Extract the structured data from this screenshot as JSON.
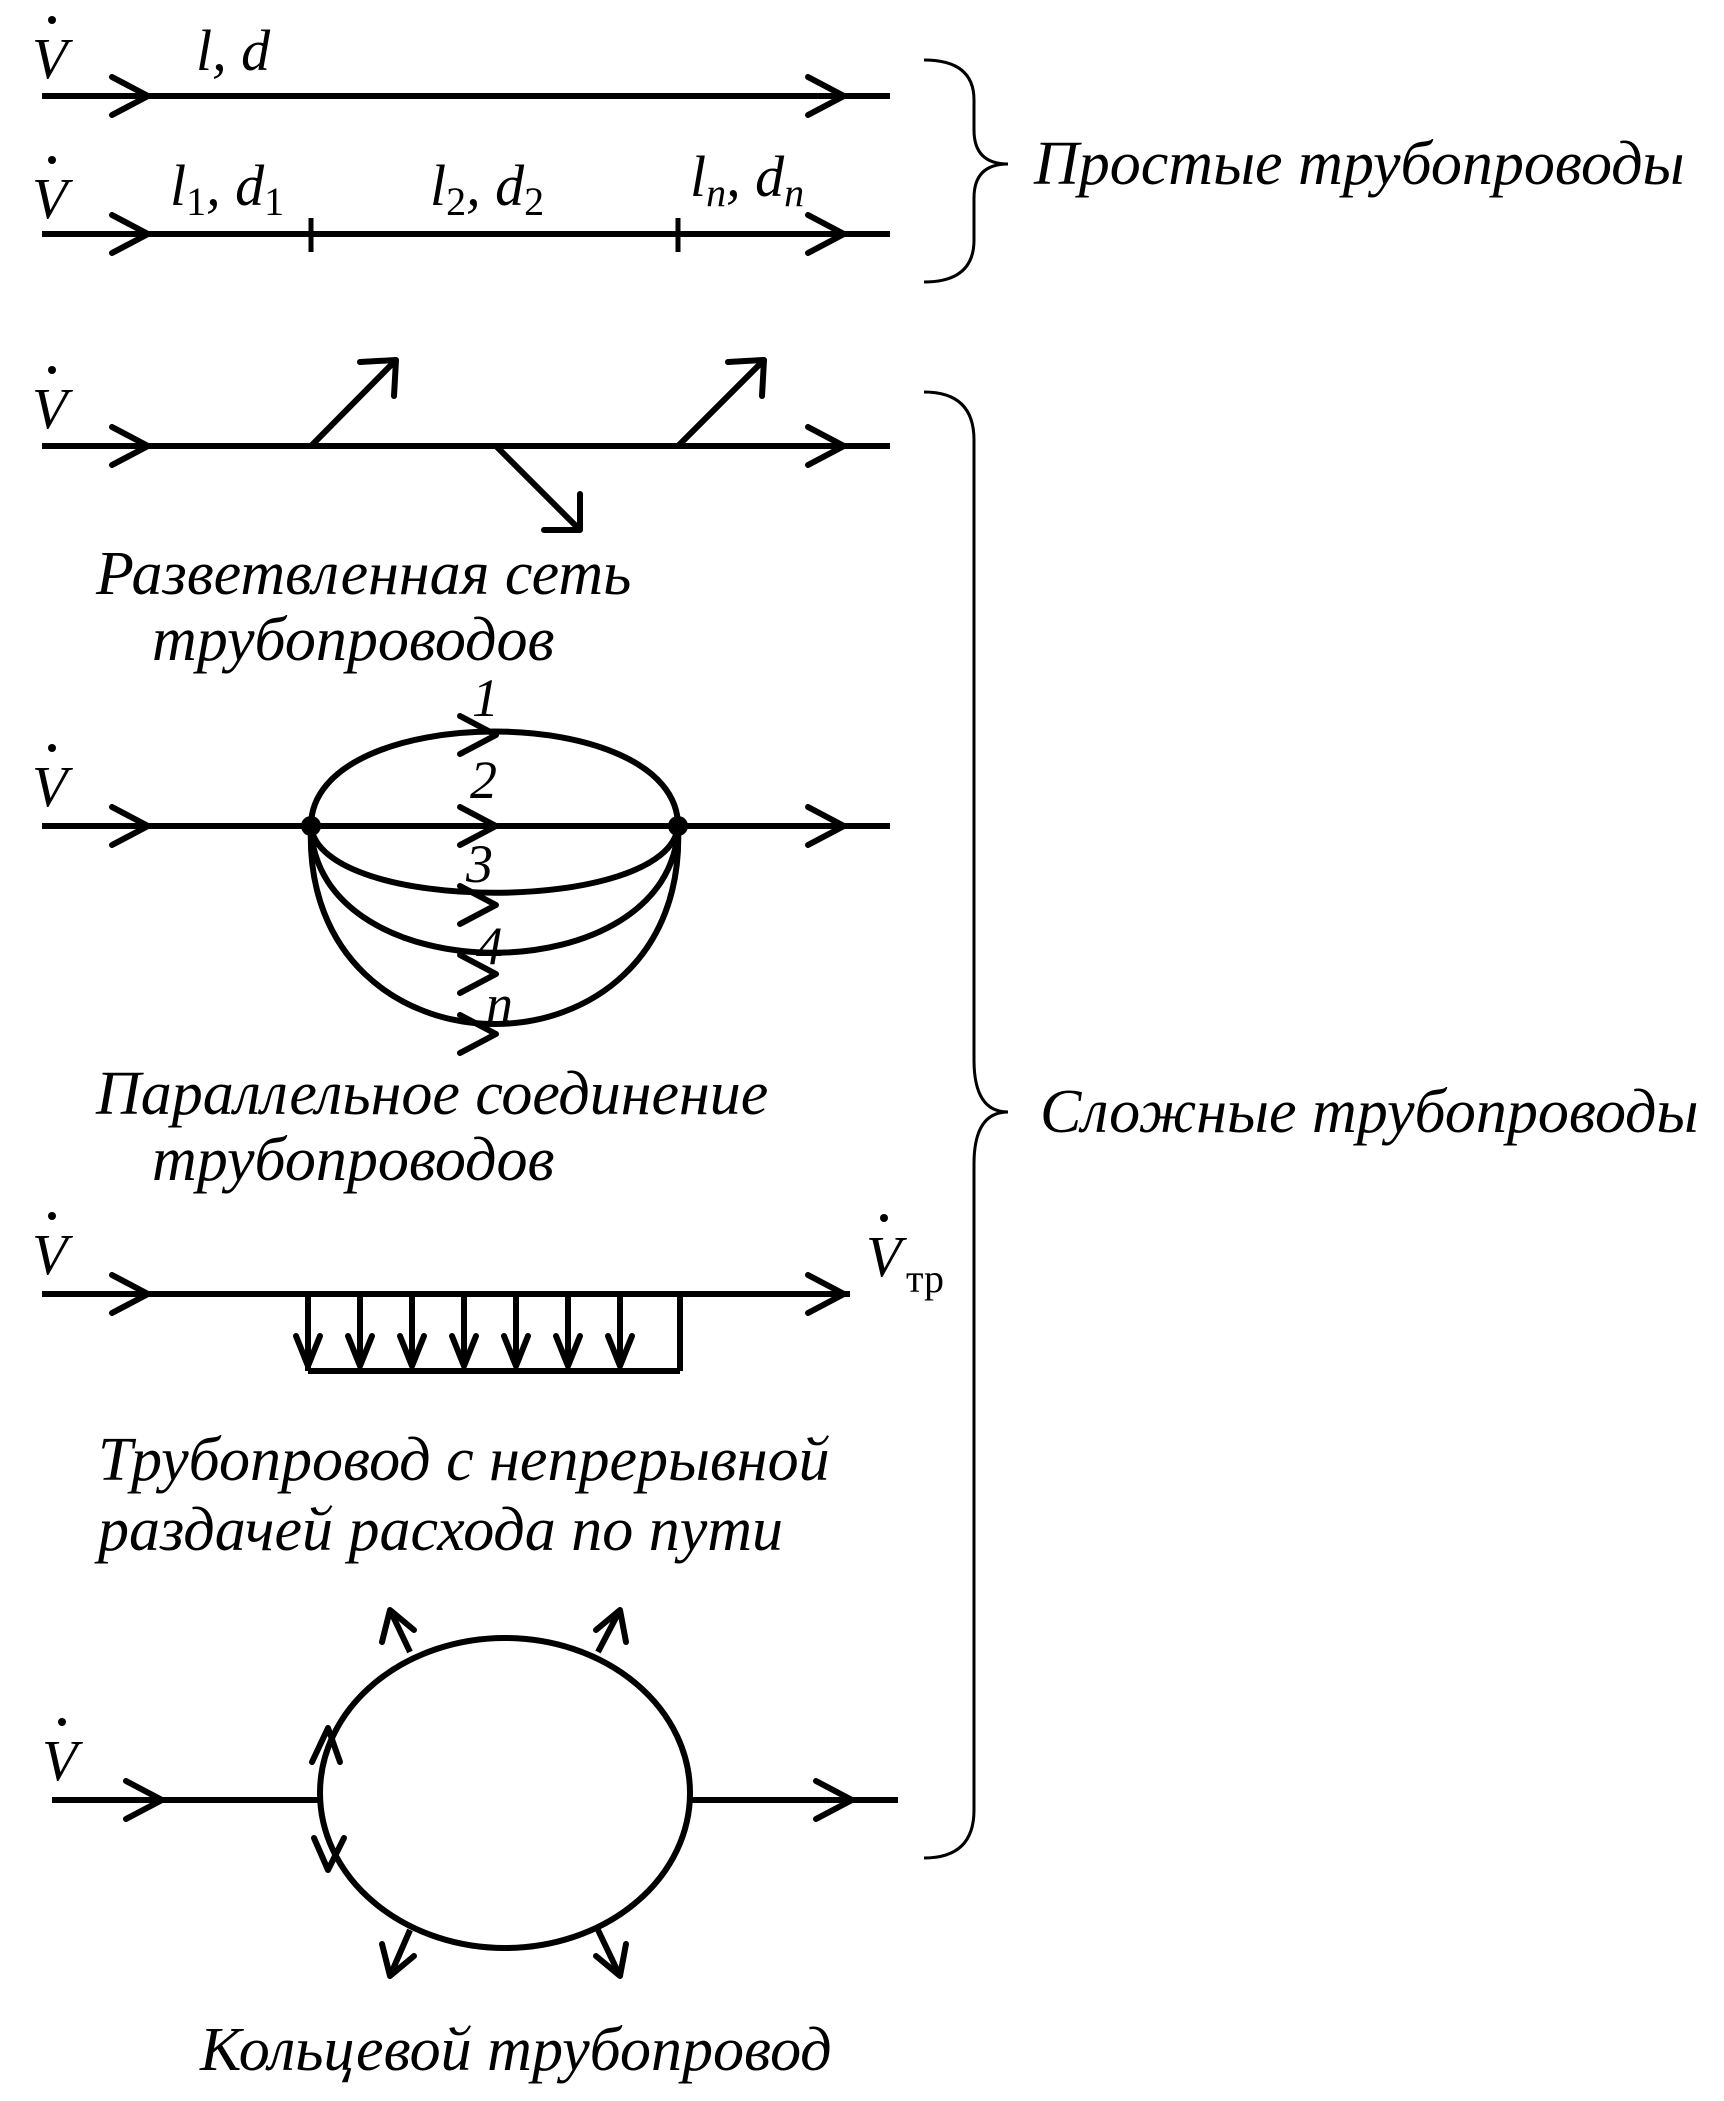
{
  "flow_symbol": "V",
  "simple": {
    "row1": {
      "l": "l",
      "d": "d"
    },
    "row2": {
      "seg1": {
        "l": "l",
        "l_sub": "1",
        "d": "d",
        "d_sub": "1"
      },
      "seg2": {
        "l": "l",
        "l_sub": "2",
        "d": "d",
        "d_sub": "2"
      },
      "seg3": {
        "l": "l",
        "l_sub": "n",
        "d": "d",
        "d_sub": "n"
      }
    },
    "group_label": "Простые трубопроводы"
  },
  "complex": {
    "branched": {
      "caption_line1": "Разветвленная сеть",
      "caption_line2": "трубопроводов"
    },
    "parallel": {
      "branch_labels": [
        "1",
        "2",
        "3",
        "4",
        "n"
      ],
      "caption_line1": "Параллельное соединение",
      "caption_line2": "трубопроводов"
    },
    "distribution": {
      "out_symbol": "V",
      "out_sub": "тр",
      "caption_line1": "Трубопровод с непрерывной",
      "caption_line2": "раздачей расхода по пути"
    },
    "ring": {
      "caption": "Кольцевой трубопровод"
    },
    "group_label": "Сложные трубопроводы"
  }
}
